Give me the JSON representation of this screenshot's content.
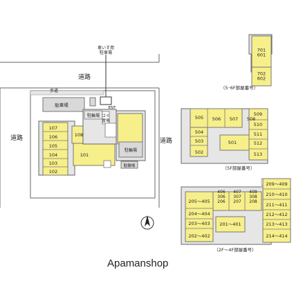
{
  "site_plan": {
    "wheelchair_parking": [
      "車いす用",
      "駐車場"
    ],
    "road_top": "道路",
    "road_left": "道路",
    "road_right": "道路",
    "sidewalk": "歩道",
    "parking": "駐車場",
    "bike_parking_top": "駐輪場",
    "bike_parking_right": "駐輪場",
    "bike_parking_bottom": "駐輪場",
    "garbage": [
      "ゴミ",
      "置場"
    ],
    "entrance": "ENT",
    "units_left": [
      "107",
      "106",
      "105",
      "104",
      "103",
      "102"
    ],
    "unit_108": "108",
    "unit_101": "101"
  },
  "floor_56": {
    "label": "（5･6F部屋番号）",
    "units": [
      "701\n601",
      "702\n602"
    ]
  },
  "floor_5": {
    "label": "（5F部屋番号）",
    "units": [
      "505",
      "506",
      "507",
      "508",
      "504",
      "503",
      "502",
      "501",
      "509",
      "510",
      "511",
      "512",
      "513"
    ]
  },
  "floor_24": {
    "label": "（2F～4F部屋番号）",
    "units": [
      "205～405",
      "406\n306\n206",
      "407\n307\n207",
      "408\n308\n208",
      "204～404",
      "203～403",
      "202～402",
      "201～401",
      "209～409",
      "210～410",
      "211～411",
      "212～412",
      "213～413",
      "214～414"
    ]
  },
  "brand": "Apamanshop",
  "colors": {
    "unit": "#f7ef8a",
    "building": "#e6e6e6",
    "parking": "#d9d9d9",
    "stroke": "#555555"
  }
}
